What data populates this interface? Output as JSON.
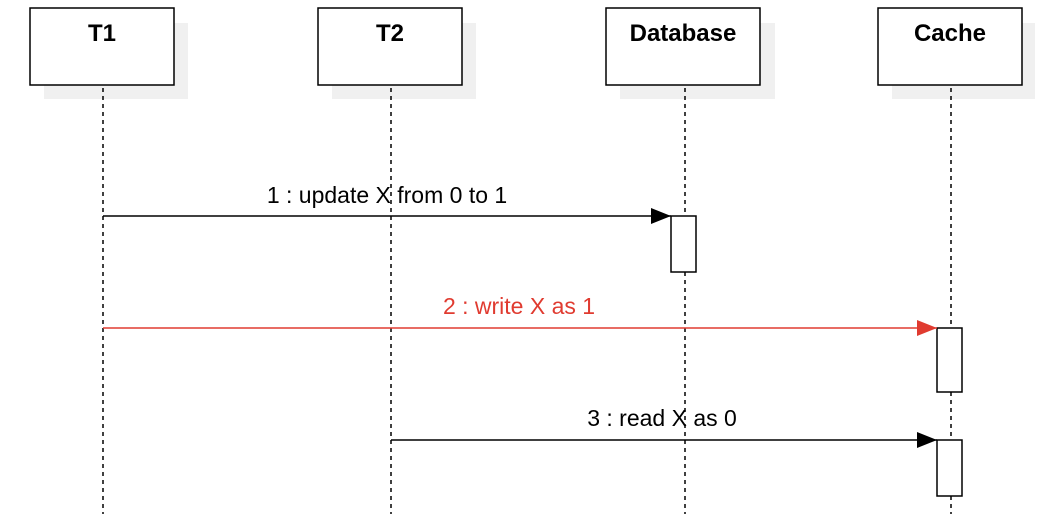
{
  "participants": [
    {
      "id": "t1",
      "label": "T1"
    },
    {
      "id": "t2",
      "label": "T2"
    },
    {
      "id": "database",
      "label": "Database"
    },
    {
      "id": "cache",
      "label": "Cache"
    }
  ],
  "messages": [
    {
      "from": "t1",
      "to": "database",
      "label": "1 : update X from 0 to 1",
      "color": "#000000"
    },
    {
      "from": "t1",
      "to": "cache",
      "label": "2 : write X as 1",
      "color": "#e03b30"
    },
    {
      "from": "t2",
      "to": "cache",
      "label": "3 : read X as 0",
      "color": "#000000"
    }
  ],
  "colors": {
    "line": "#000000",
    "shadow": "#f0f0f0",
    "highlight": "#e03b30"
  }
}
